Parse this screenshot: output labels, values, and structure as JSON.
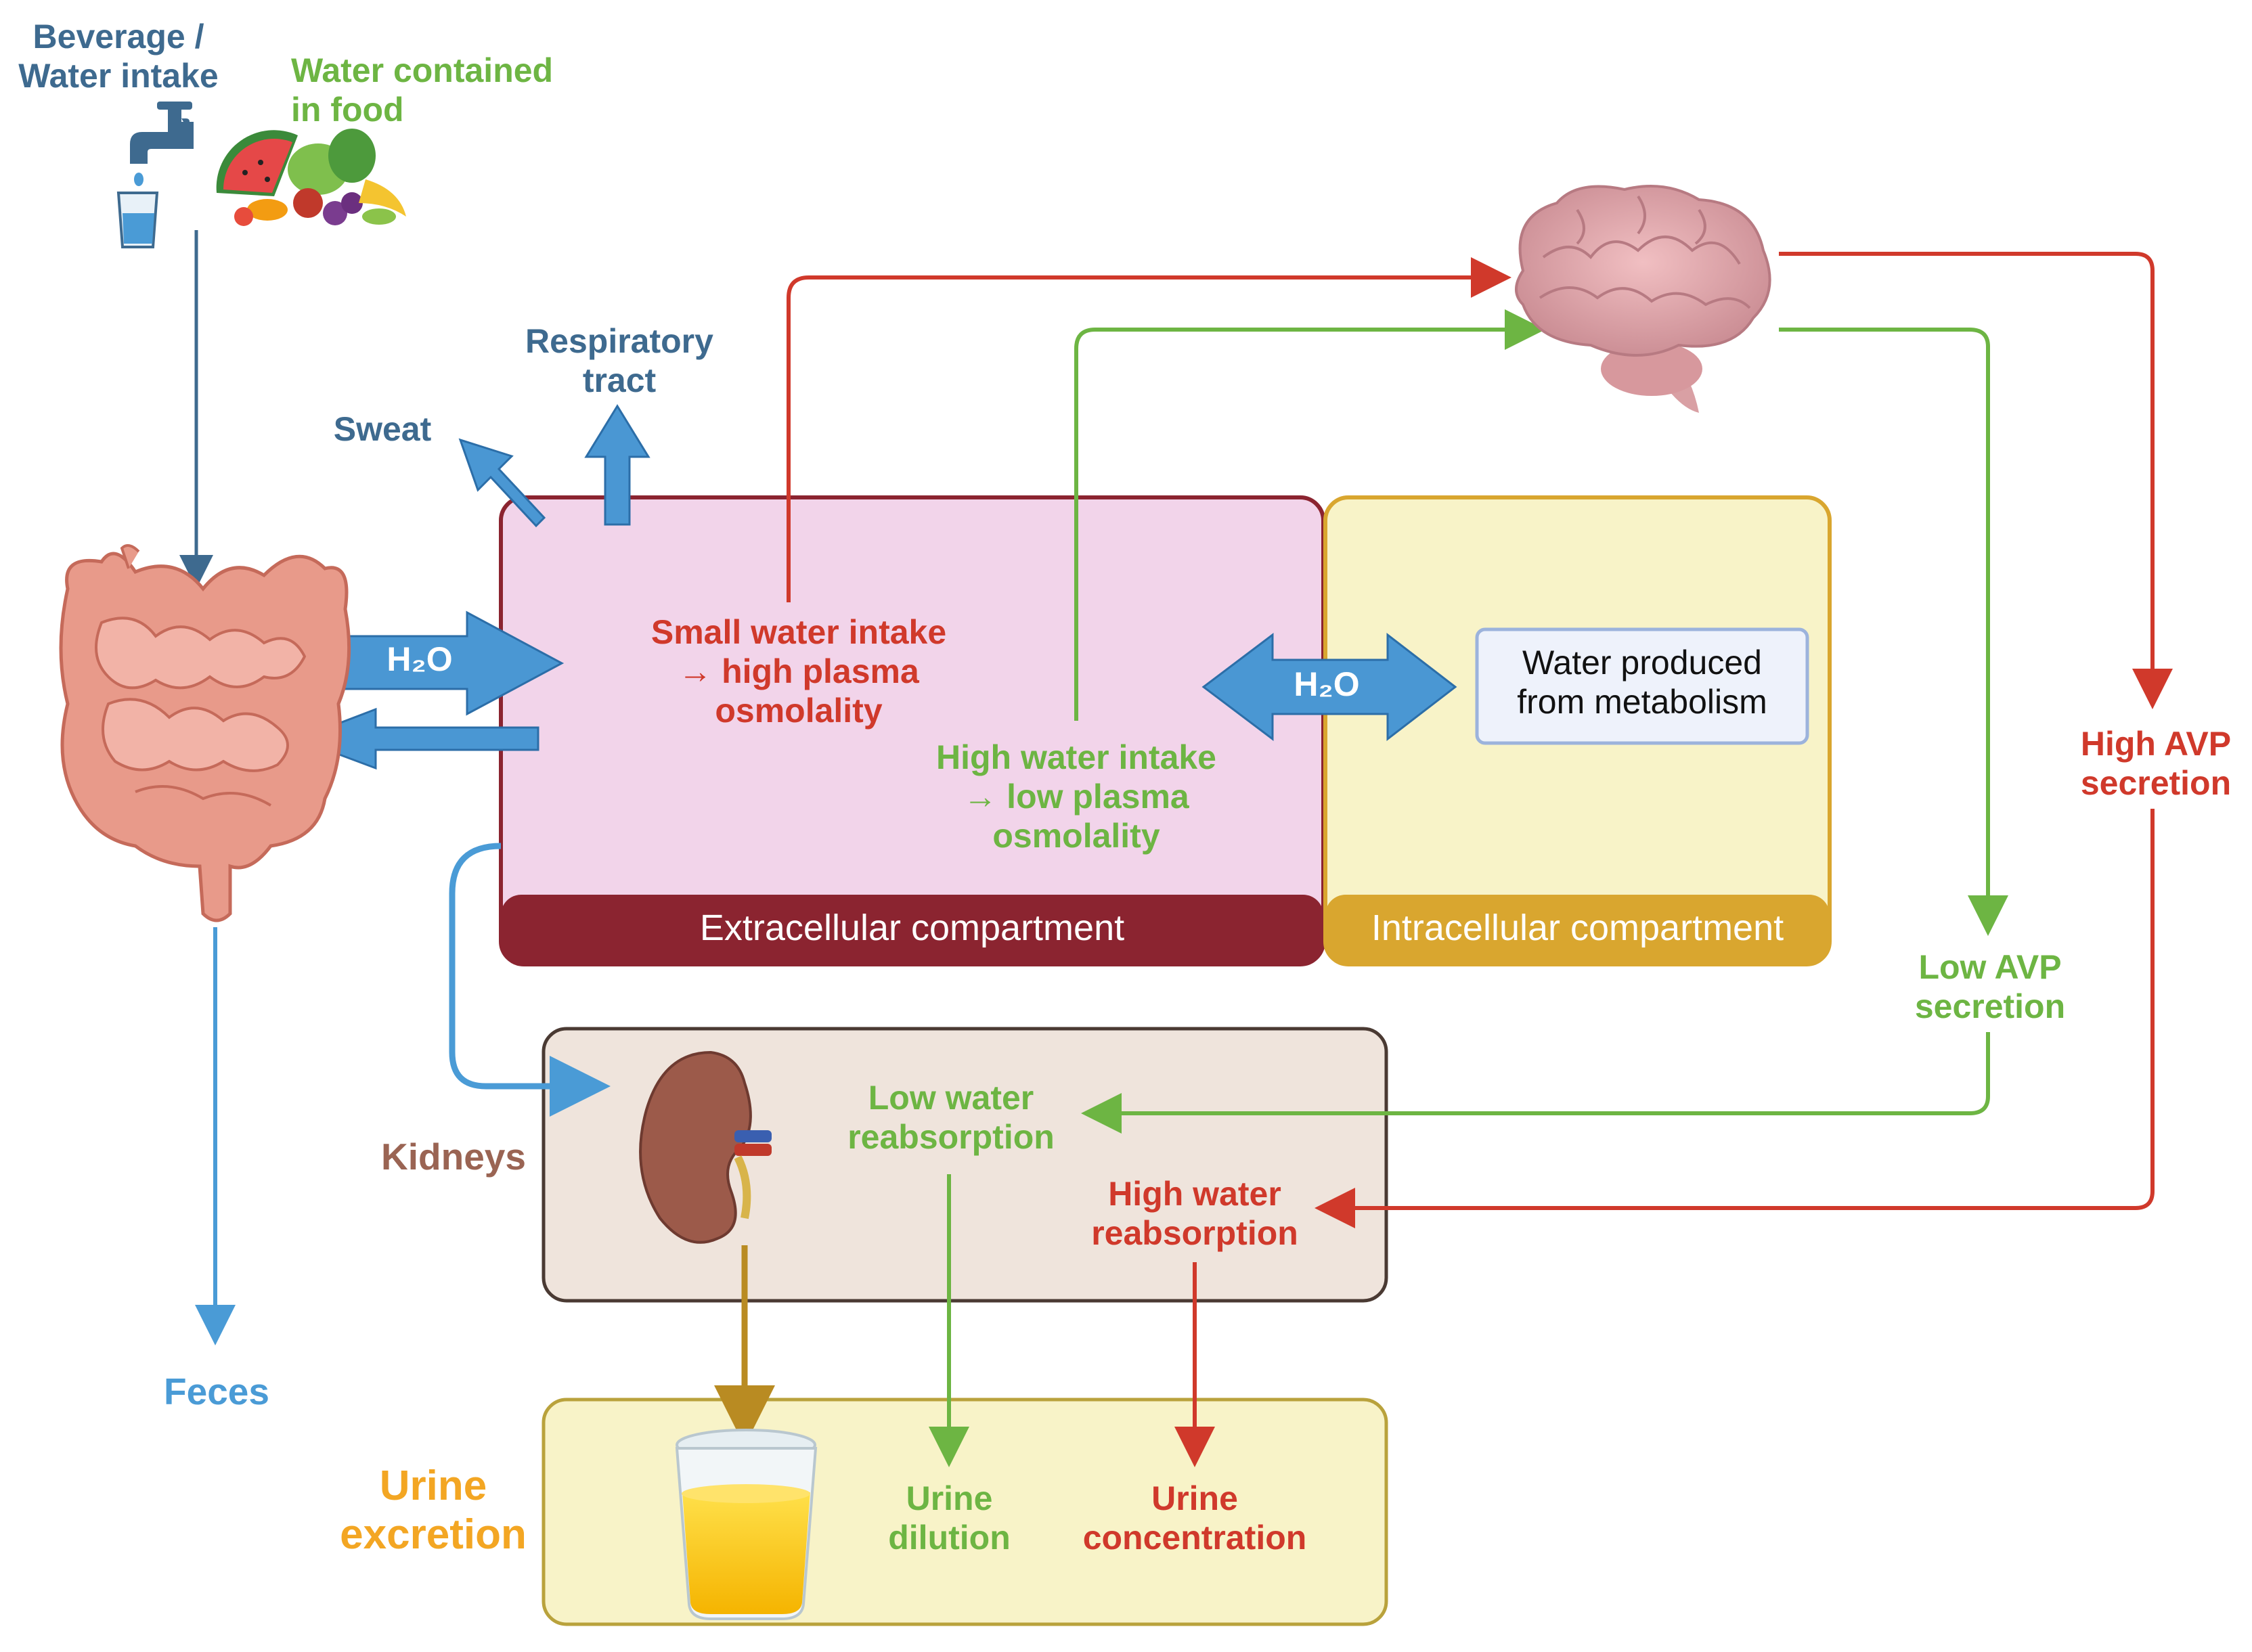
{
  "labels": {
    "beverage_line1": "Beverage /",
    "beverage_line2": "Water intake",
    "food_line1": "Water contained",
    "food_line2": "in food",
    "sweat": "Sweat",
    "respiratory_line1": "Respiratory",
    "respiratory_line2": "tract",
    "h2o_gut": "H₂O",
    "h2o_cells": "H₂O",
    "small_intake_line1": "Small water intake",
    "small_intake_line2": "→ high plasma",
    "small_intake_line3": "osmolality",
    "high_intake_line1": "High water intake",
    "high_intake_line2": "→ low plasma",
    "high_intake_line3": "osmolality",
    "metabolism_line1": "Water produced",
    "metabolism_line2": "from metabolism",
    "extracellular": "Extracellular compartment",
    "intracellular": "Intracellular compartment",
    "high_avp_line1": "High AVP",
    "high_avp_line2": "secretion",
    "low_avp_line1": "Low AVP",
    "low_avp_line2": "secretion",
    "kidneys": "Kidneys",
    "low_reabs_line1": "Low water",
    "low_reabs_line2": "reabsorption",
    "high_reabs_line1": "High water",
    "high_reabs_line2": "reabsorption",
    "feces": "Feces",
    "urine_excretion_line1": "Urine",
    "urine_excretion_line2": "excretion",
    "urine_dilution_line1": "Urine",
    "urine_dilution_line2": "dilution",
    "urine_conc_line1": "Urine",
    "urine_conc_line2": "concentration"
  },
  "colors": {
    "red_path": "#d0392b",
    "green_path": "#6db543",
    "blue_flow": "#4a9bd6",
    "extracellular_fill": "#f2d4ea",
    "extracellular_bar": "#8b2430",
    "intracellular_fill": "#f8f3c8",
    "intracellular_bar": "#d9a62f",
    "kidney_box_fill": "#efe4dc",
    "urine_box_fill": "#f8f3c8"
  },
  "icons": [
    "water-tap-icon",
    "water-glass-icon",
    "fruit-vegetables-icon",
    "brain-icon",
    "intestine-icon",
    "kidney-icon",
    "urine-cup-icon"
  ]
}
